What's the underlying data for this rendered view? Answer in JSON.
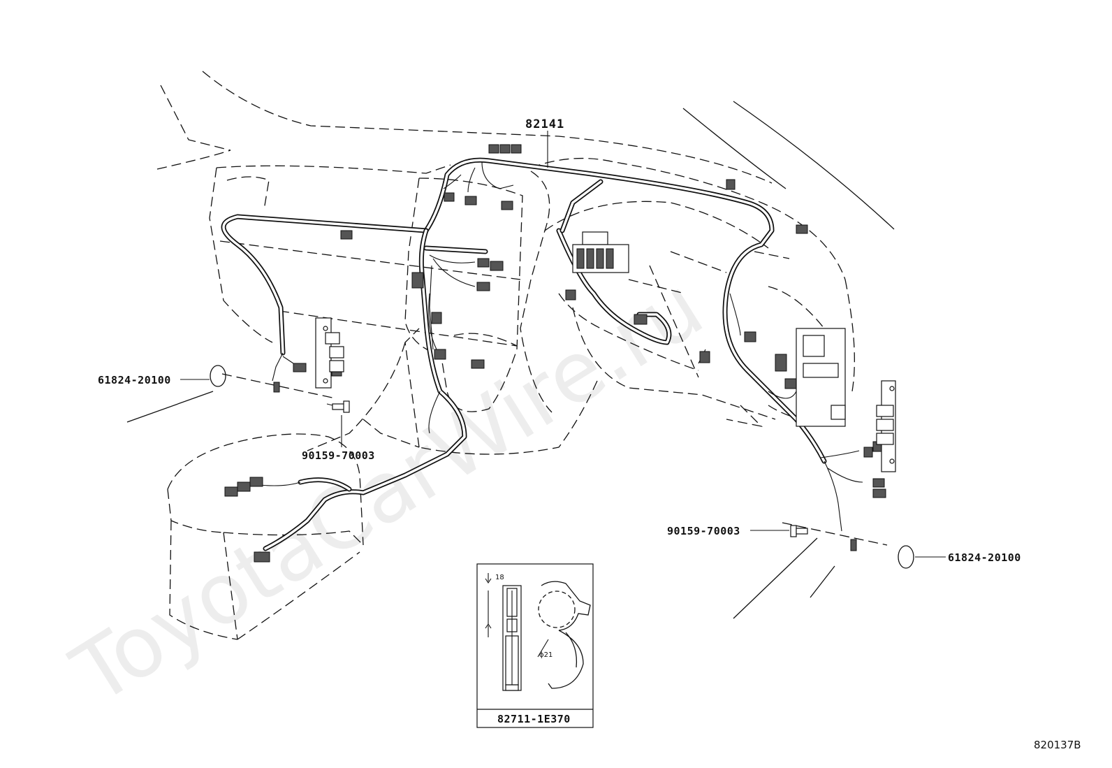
{
  "diagram": {
    "main_part": "82141",
    "parts": {
      "grommet_left": "61824-20100",
      "grommet_right": "61824-20100",
      "bolt_left": "90159-70003",
      "bolt_right": "90159-70003"
    },
    "detail_box": {
      "part_number": "82711-1E370",
      "dim_width": "18",
      "dim_diameter": "ϕ21"
    },
    "reference_code": "820137B",
    "watermark": "ToyotaCarWire.ru"
  }
}
